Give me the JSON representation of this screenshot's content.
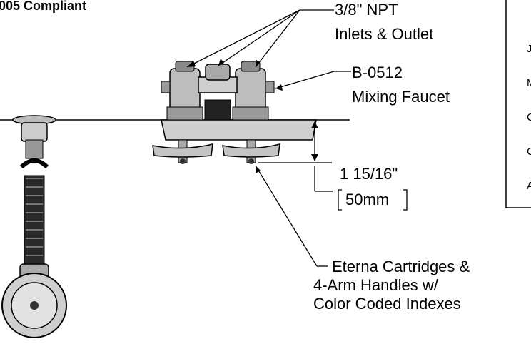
{
  "header": {
    "compliance_text": "005 Compliant"
  },
  "callouts": {
    "inlets": {
      "line1": "3/8\" NPT",
      "line2": "Inlets & Outlet"
    },
    "faucet": {
      "line1": "B-0512",
      "line2": "Mixing Faucet"
    },
    "dimension": {
      "imperial": "1 15/16\"",
      "metric": "50mm"
    },
    "cartridges": {
      "line1": "Eterna Cartridges &",
      "line2": "4-Arm Handles w/",
      "line3": "Color Coded Indexes"
    }
  },
  "form_labels": [
    "Jo",
    "M",
    "CU",
    "Co",
    "Ar"
  ]
}
